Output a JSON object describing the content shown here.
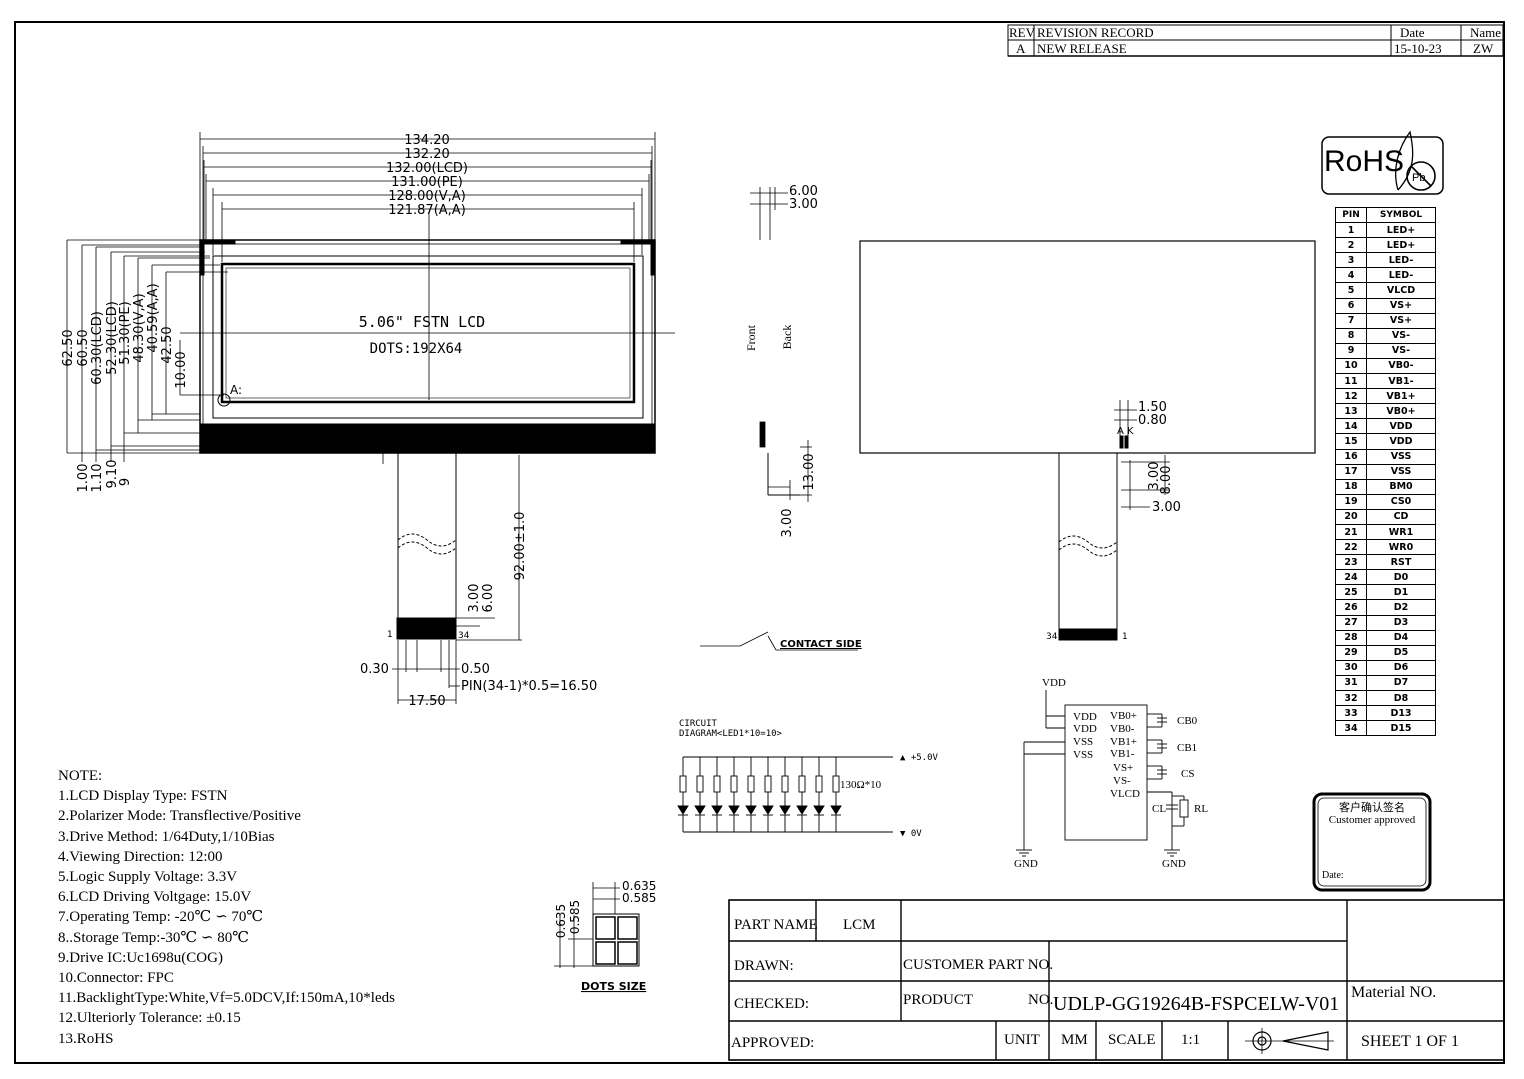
{
  "revision": {
    "headers": {
      "rev": "REV",
      "record": "REVISION RECORD",
      "date": "Date",
      "name": "Name"
    },
    "rows": [
      {
        "rev": "A",
        "record": "NEW RELEASE",
        "date": "15-10-23",
        "name": "ZW"
      }
    ]
  },
  "front_view": {
    "title_line1": "5.06\" FSTN LCD",
    "title_line2": "DOTS:192X64",
    "ref_label": "A:",
    "width_dims": [
      "134.20",
      "132.20",
      "132.00(LCD)",
      "131.00(PE)",
      "128.00(V,A)",
      "121.87(A,A)"
    ],
    "height_dims": [
      "62.50",
      "60.50",
      "60.30(LCD)",
      "52.30(LCD)",
      "51.30(PE)",
      "48.30(V,A)",
      "40.59(A,A)",
      "42.50",
      "10.00"
    ],
    "bottom_dims": [
      "1.00",
      "1.10",
      "9.10",
      "9"
    ],
    "fpc_length": "92.00±1.0",
    "fpc_tail_dims": [
      "3.00",
      "6.00"
    ],
    "pin_first": "1",
    "pin_last": "34",
    "pin_left_dim": "0.30",
    "pin_right_dim": "0.50",
    "pin_pitch": "PIN(34-1)*0.5=16.50",
    "fpc_width": "17.50"
  },
  "side_view": {
    "top_dims": [
      "6.00",
      "3.00"
    ],
    "front_label": "Front",
    "back_label": "Back",
    "dim_a": "13.00",
    "dim_b": "3.00",
    "contact_side": "CONTACT SIDE"
  },
  "back_view": {
    "dims": [
      "1.50",
      "0.80",
      "3.00",
      "8.00",
      "3.00"
    ],
    "ak_label": "A K",
    "pin_left": "34",
    "pin_right": "1"
  },
  "rohs": {
    "text": "RoHS",
    "pb": "Pb"
  },
  "pin_table": {
    "headers": [
      "PIN",
      "SYMBOL"
    ],
    "rows": [
      [
        "1",
        "LED+"
      ],
      [
        "2",
        "LED+"
      ],
      [
        "3",
        "LED-"
      ],
      [
        "4",
        "LED-"
      ],
      [
        "5",
        "VLCD"
      ],
      [
        "6",
        "VS+"
      ],
      [
        "7",
        "VS+"
      ],
      [
        "8",
        "VS-"
      ],
      [
        "9",
        "VS-"
      ],
      [
        "10",
        "VB0-"
      ],
      [
        "11",
        "VB1-"
      ],
      [
        "12",
        "VB1+"
      ],
      [
        "13",
        "VB0+"
      ],
      [
        "14",
        "VDD"
      ],
      [
        "15",
        "VDD"
      ],
      [
        "16",
        "VSS"
      ],
      [
        "17",
        "VSS"
      ],
      [
        "18",
        "BM0"
      ],
      [
        "19",
        "CS0"
      ],
      [
        "20",
        "CD"
      ],
      [
        "21",
        "WR1"
      ],
      [
        "22",
        "WR0"
      ],
      [
        "23",
        "RST"
      ],
      [
        "24",
        "D0"
      ],
      [
        "25",
        "D1"
      ],
      [
        "26",
        "D2"
      ],
      [
        "27",
        "D3"
      ],
      [
        "28",
        "D4"
      ],
      [
        "29",
        "D5"
      ],
      [
        "30",
        "D6"
      ],
      [
        "31",
        "D7"
      ],
      [
        "32",
        "D8"
      ],
      [
        "33",
        "D13"
      ],
      [
        "34",
        "D15"
      ]
    ]
  },
  "backlight_circuit": {
    "title1": "CIRCUIT",
    "title2": "DIAGRAM<LED1*10=10>",
    "plus": "▲ +5.0V",
    "zero": "▼ 0V",
    "resistor": "130Ω*10",
    "led_count": 10
  },
  "ic_circuit": {
    "vdd_top": "VDD",
    "pins_left": [
      "VDD",
      "VDD",
      "VSS",
      "VSS"
    ],
    "pins_right": [
      "VB0+",
      "VB0-",
      "VB1+",
      "VB1-",
      "VS+",
      "VS-",
      "VLCD"
    ],
    "caps": [
      "CB0",
      "CB1",
      "CS"
    ],
    "cl": "CL",
    "rl": "RL",
    "gnd1": "GND",
    "gnd2": "GND"
  },
  "customer_box": {
    "line1": "客户确认签名",
    "line2": "Customer approved",
    "date": "Date:"
  },
  "dots_size": {
    "dims": [
      "0.635",
      "0.585"
    ],
    "vdims": [
      "0.635",
      "0.585"
    ],
    "label": "DOTS SIZE"
  },
  "notes": [
    "NOTE:",
    "1.LCD Display Type: FSTN",
    "2.Polarizer Mode: Transflective/Positive",
    "3.Drive Method: 1/64Duty,1/10Bias",
    "4.Viewing Direction: 12:00",
    "5.Logic Supply Voltage: 3.3V",
    "6.LCD Driving Voltgage: 15.0V",
    "7.Operating Temp: -20℃ ∽ 70℃",
    "8..Storage Temp:-30℃ ∽ 80℃",
    "9.Drive IC:Uc1698u(COG)",
    "10.Connector: FPC",
    "11.BacklightType:White,Vf=5.0DCV,If:150mA,10*leds",
    "12.Ulteriorly Tolerance: ±0.15",
    "13.RoHS"
  ],
  "title_block": {
    "part_name_label": "PART NAME",
    "part_name": "LCM",
    "drawn": "DRAWN:",
    "customer_part": "CUSTOMER PART NO.",
    "checked": "CHECKED:",
    "product": "PRODUCT",
    "no": "NO.",
    "product_no": "UDLP-GG19264B-FSPCELW-V01",
    "material": "Material NO.",
    "approved": "APPROVED:",
    "unit_label": "UNIT",
    "unit": "MM",
    "scale_label": "SCALE",
    "scale": "1:1",
    "sheet": "SHEET 1 OF 1"
  }
}
